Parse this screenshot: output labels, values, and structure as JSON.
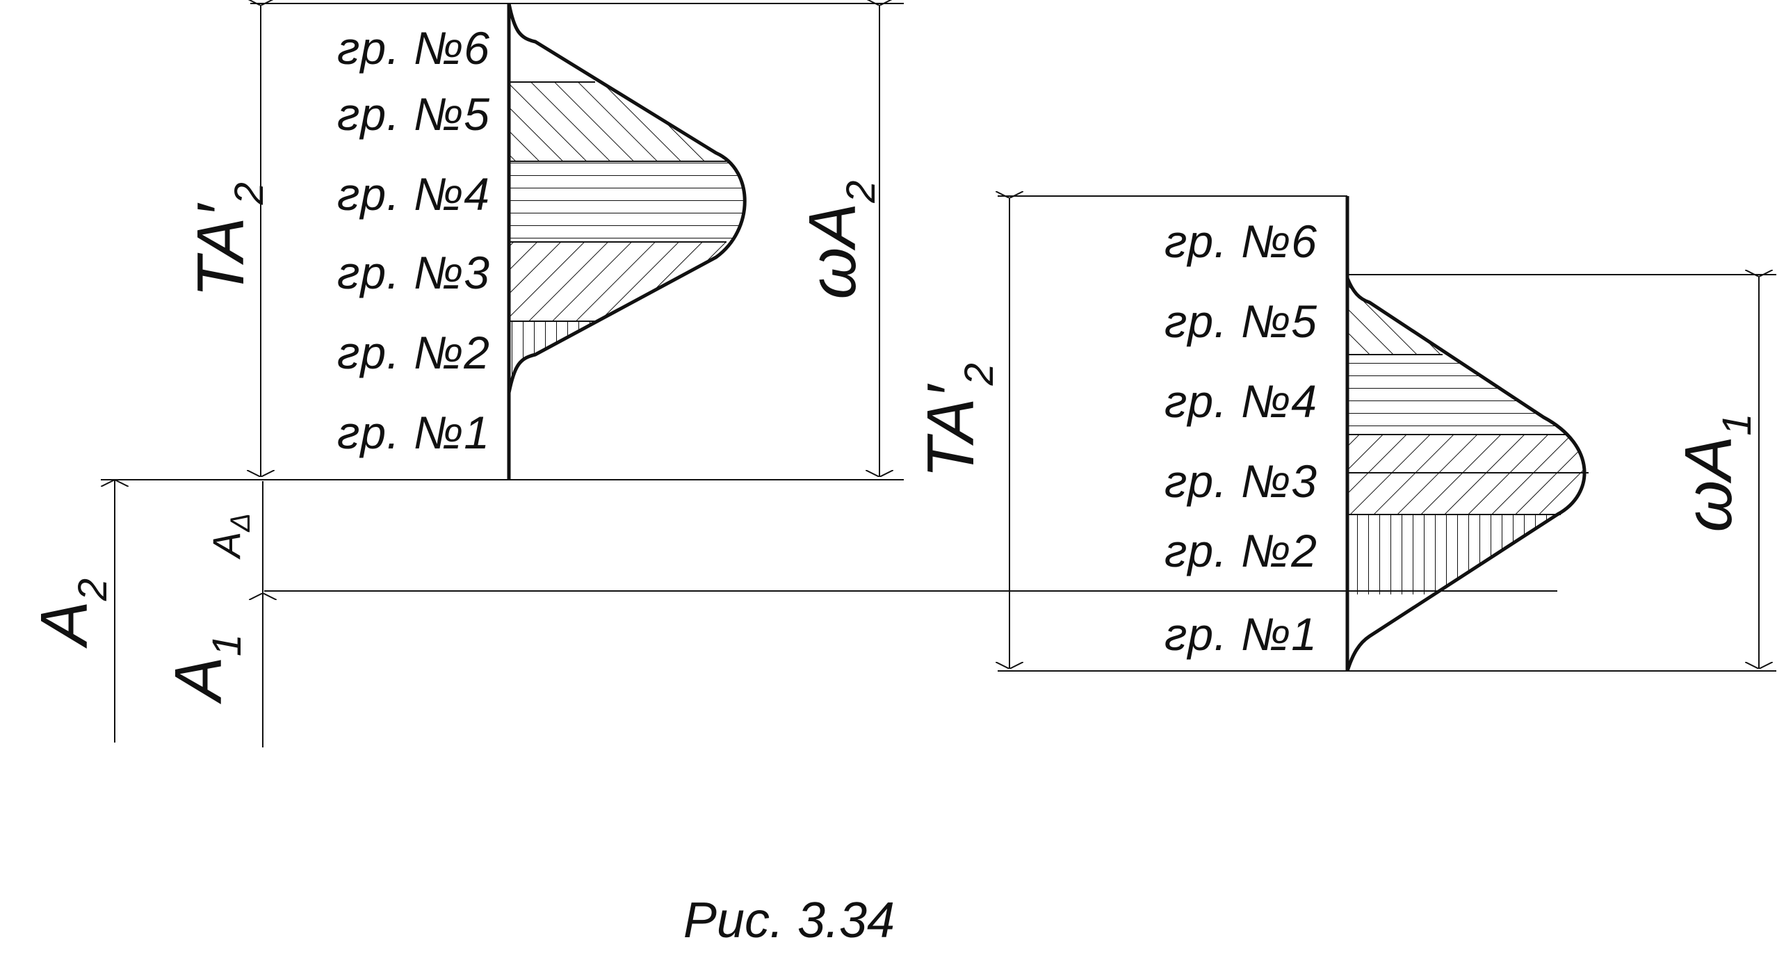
{
  "left_chart": {
    "groups": [
      "гр. №6",
      "гр. №5",
      "гр. №4",
      "гр. №3",
      "гр. №2",
      "гр. №1"
    ],
    "dim_left": {
      "main": "TA",
      "prime": "′",
      "sub": "2"
    },
    "dim_right": {
      "main": "ωA",
      "sub": "2"
    }
  },
  "right_chart": {
    "groups": [
      "гр. №6",
      "гр. №5",
      "гр. №4",
      "гр. №3",
      "гр. №2",
      "гр. №1"
    ],
    "dim_left": {
      "main": "TA",
      "prime": "′",
      "sub": "2"
    },
    "dim_right": {
      "main": "ωA",
      "sub": "1"
    }
  },
  "dims": {
    "a2": {
      "main": "A",
      "sub": "2"
    },
    "a1": {
      "main": "A",
      "sub": "1"
    },
    "adelta": {
      "main": "A",
      "sub": "Δ"
    }
  },
  "caption": "Рис. 3.34",
  "colors": {
    "ink": "#111111",
    "background": "#ffffff"
  }
}
